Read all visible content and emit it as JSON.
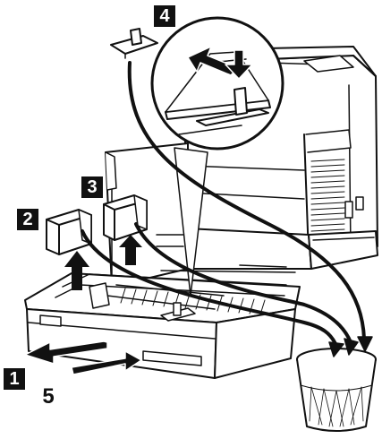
{
  "diagram": {
    "steps": [
      {
        "id": "step-1",
        "label": "1"
      },
      {
        "id": "step-2",
        "label": "2"
      },
      {
        "id": "step-3",
        "label": "3"
      },
      {
        "id": "step-4",
        "label": "4"
      },
      {
        "id": "step-5",
        "label": "5"
      }
    ]
  },
  "colors": {
    "line": "#111111",
    "background": "#ffffff",
    "shade": "#dddddd",
    "badge_text": "#ffffff"
  }
}
